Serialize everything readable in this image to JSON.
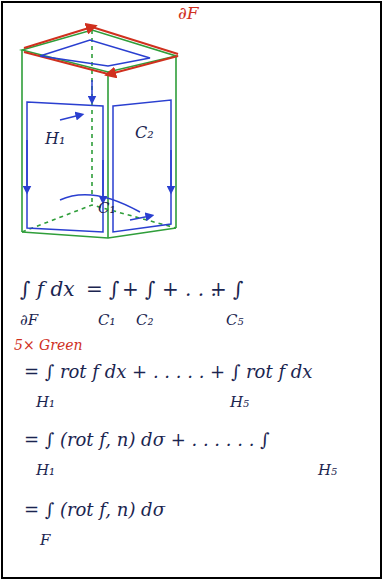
{
  "diagram": {
    "labels": [
      "∂F",
      "H₁",
      "C₂",
      "C₁",
      "∫ f dx",
      "= ∫",
      "+ ∫ + . . .",
      "+ ∫",
      "∂F",
      "C₁",
      "C₂",
      "C₅",
      "5× Green",
      "= ∫ rot f dx + . . . . . + ∫ rot f dx",
      "H₁",
      "H₅",
      "= ∫ (rot f, n) dσ + . . . . . . ∫",
      "H₁",
      "H₅",
      "= ∫ (rot f, n) dσ",
      "F"
    ]
  }
}
